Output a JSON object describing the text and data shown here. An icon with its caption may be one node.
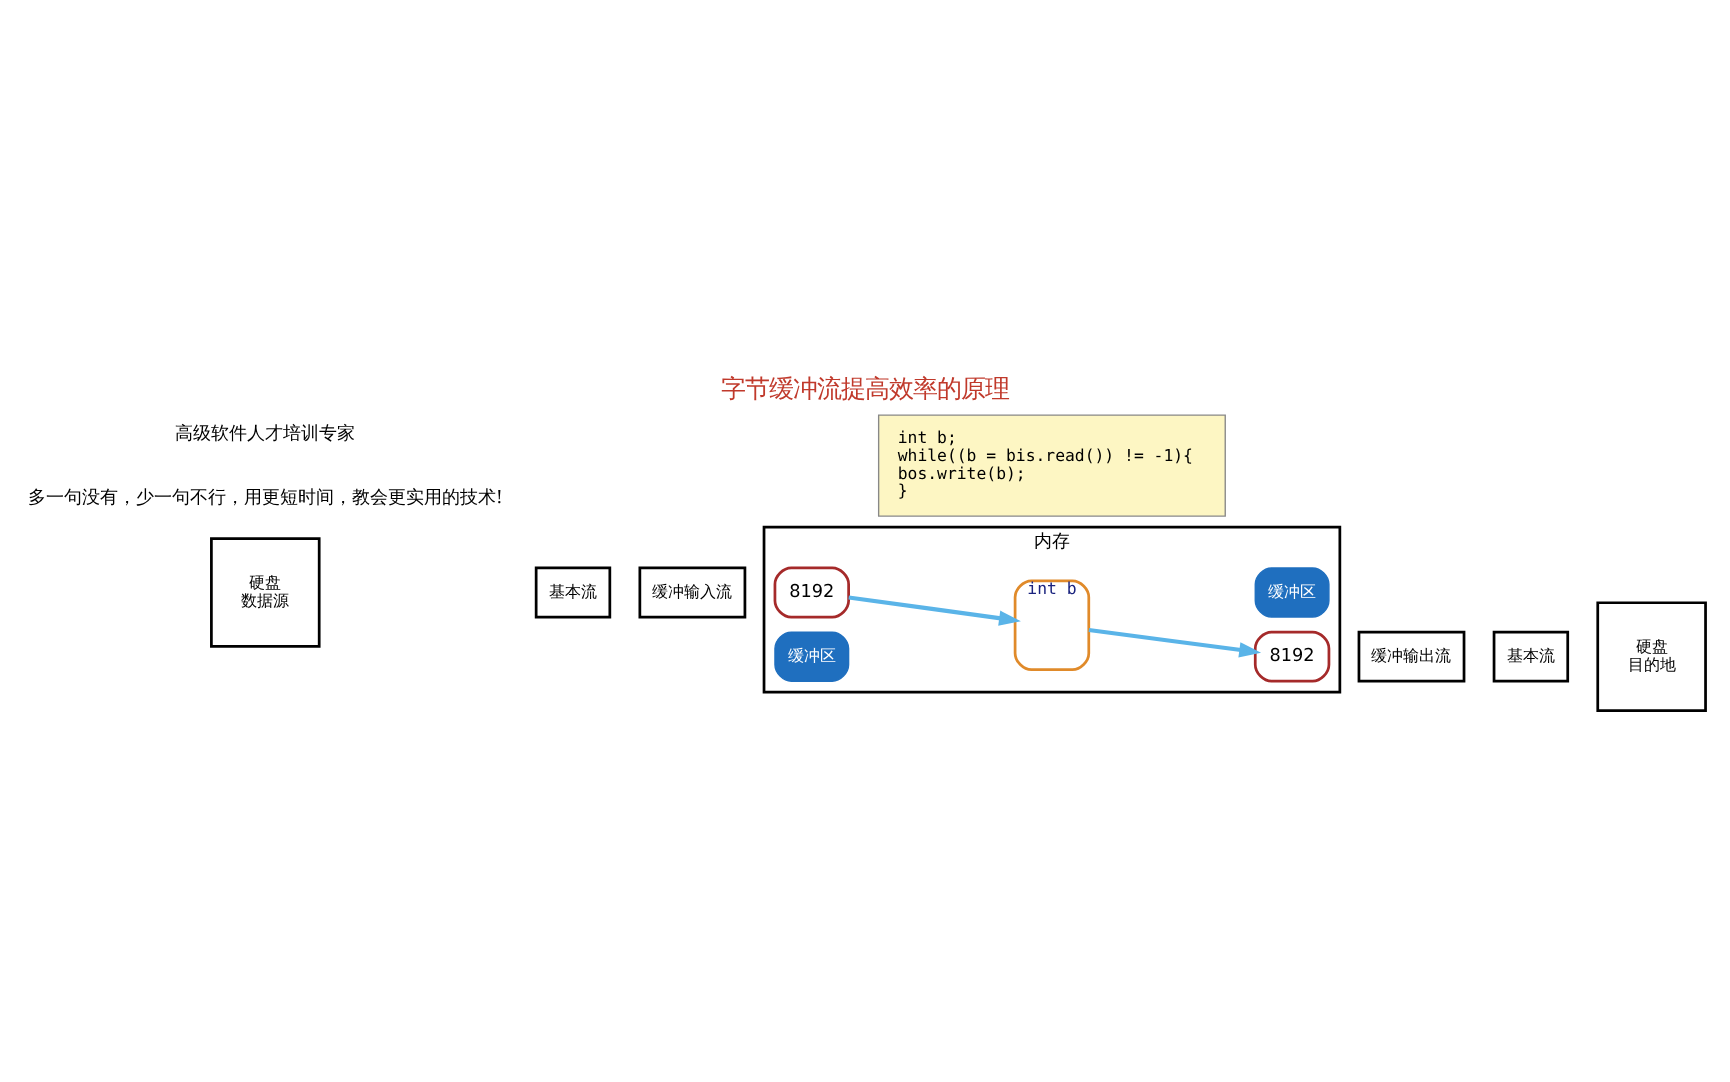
{
  "diagram": {
    "title": "字节缓冲流提高效率的原理",
    "nodes": [
      {
        "text": [
          "硬盘",
          "数据源"
        ]
      },
      {
        "text": [
          "基本流"
        ]
      },
      {
        "text": [
          "缓冲输入流"
        ]
      },
      {
        "text": [
          "内存"
        ]
      },
      {
        "text": [
          "8192"
        ],
        "in": 3
      },
      {
        "text": [
          "缓冲区"
        ],
        "in": 3
      },
      {
        "text": [
          "int b"
        ],
        "in": 3
      },
      {
        "text": [
          "8192"
        ],
        "in": 3
      },
      {
        "text": [
          "缓冲区"
        ],
        "in": 3
      },
      {
        "text": [
          "缓冲输出流"
        ]
      },
      {
        "text": [
          "基本流"
        ]
      },
      {
        "text": [
          "硬盘",
          "目的地"
        ]
      },
      {
        "text": [
          "int b;",
          "while((b = bis.read()) != -1){",
          "bos.write(b);",
          "}"
        ]
      }
    ],
    "edges": [
      {
        "from": 4,
        "to": 6,
        "arrow": "to"
      },
      {
        "from": 6,
        "to": 7,
        "arrow": "to"
      }
    ],
    "labels": [
      "多一句没有，少一句不行，用更短时间，教会更实用的技术!",
      "高级软件人才培训专家"
    ]
  }
}
